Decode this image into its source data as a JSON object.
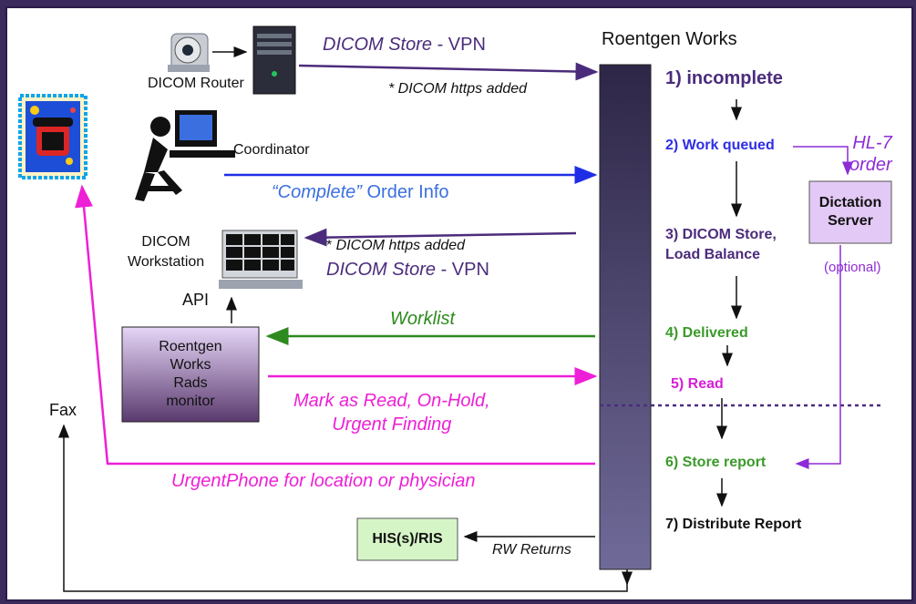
{
  "header": {
    "title": "Roentgen Works"
  },
  "nodes": {
    "dicom_router": "DICOM Router",
    "coordinator": "Coordinator",
    "workstation": "DICOM\nWorkstation",
    "api": "API",
    "rads_monitor": "Roentgen\nWorks\nRads\nmonitor",
    "fax": "Fax",
    "his_ris": "HIS(s)/RIS",
    "dictation_server": "Dictation\nServer"
  },
  "flows": {
    "dicom_store_vpn_top": {
      "italic": "DICOM Store",
      "rest": " - VPN"
    },
    "https_added_top": "* DICOM https added",
    "complete_order": {
      "quote": "“Complete”",
      "rest": " Order Info"
    },
    "https_added_mid": {
      "star": "* ",
      "italic": "DICOM https added"
    },
    "dicom_store_vpn_mid": {
      "italic": "DICOM Store",
      "rest": " - VPN"
    },
    "worklist": "Worklist",
    "mark_as_read": "Mark as Read, On-Hold,\nUrgent Finding",
    "urgent_phone": "UrgentPhone for location or physician",
    "rw_returns": "RW Returns",
    "hl7_order": "HL-7\norder",
    "optional": "(optional)"
  },
  "steps": [
    {
      "label": "1) incomplete",
      "color": "#4b2c7c"
    },
    {
      "label": "2) Work queued",
      "color": "#2e2ee6"
    },
    {
      "label": "3) DICOM Store,\nLoad Balance",
      "color": "#4b2c7c"
    },
    {
      "label": "4) Delivered",
      "color": "#3a9a2a"
    },
    {
      "label": "5) Read",
      "color": "#d61fd6"
    },
    {
      "label": "6) Store report",
      "color": "#3a9a2a"
    },
    {
      "label": "7) Distribute Report",
      "color": "#111111"
    }
  ],
  "colors": {
    "purple": "#4b2c7c",
    "blue": "#1e2ee6",
    "light_blue": "#3a6fe0",
    "green": "#2e8a1e",
    "magenta": "#ee1fd6",
    "violet": "#8e2cd6",
    "black": "#111111",
    "bar_top": "#2e2647",
    "bar_bottom": "#6f6a98",
    "monitor_top": "#e6d6f7",
    "monitor_bottom": "#5a3a6e",
    "his_fill": "#d6f5c7",
    "dictation_fill": "#e3c9f5"
  }
}
